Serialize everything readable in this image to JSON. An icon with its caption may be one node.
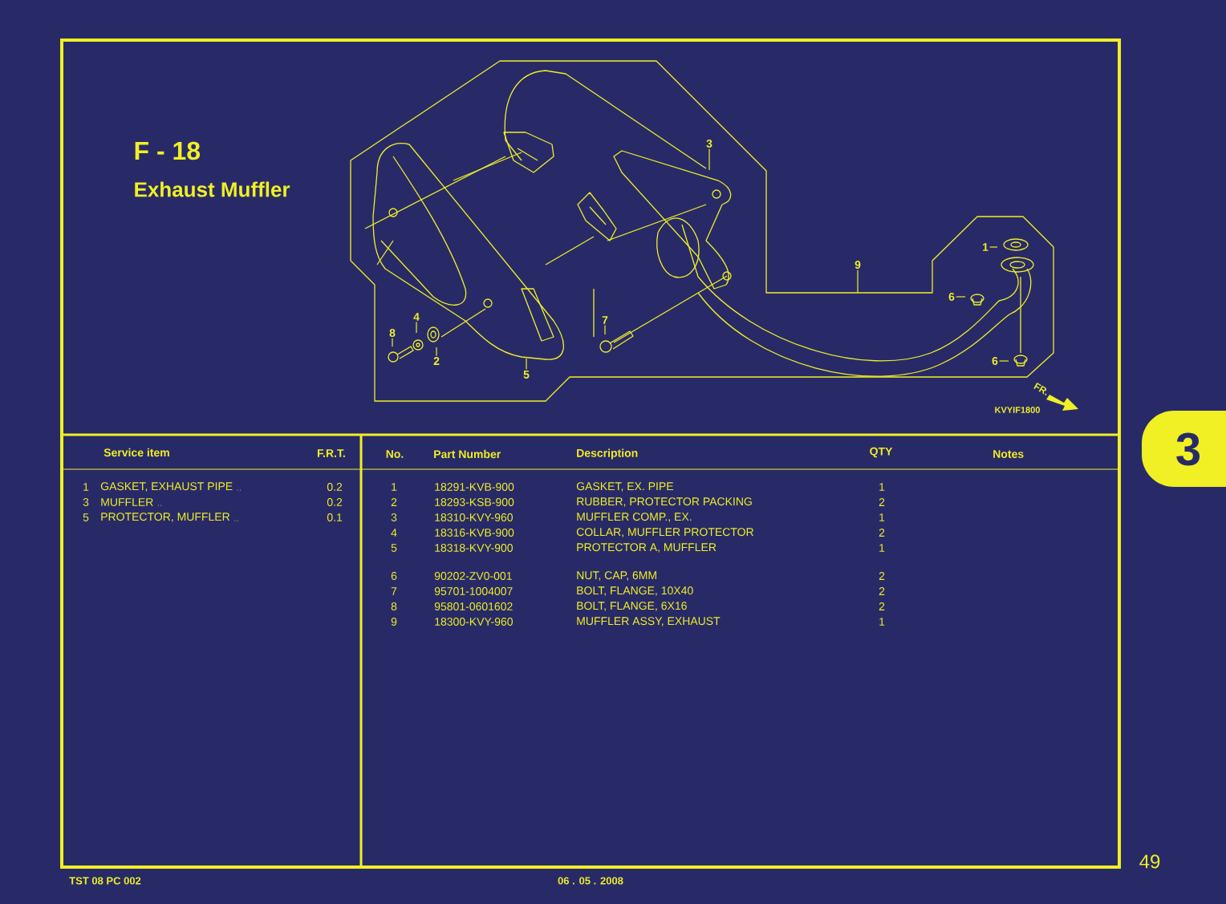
{
  "diagram": {
    "title": "Exhaust Muffler",
    "nodes": [
      {
        "text": [
          "3"
        ]
      },
      {
        "text": [
          "9"
        ]
      },
      {
        "text": [
          "1"
        ]
      },
      {
        "text": [
          "6"
        ]
      },
      {
        "text": [
          "6"
        ]
      },
      {
        "text": [
          "4"
        ]
      },
      {
        "text": [
          "8"
        ]
      },
      {
        "text": [
          "2"
        ]
      },
      {
        "text": [
          "7"
        ]
      },
      {
        "text": [
          "5"
        ]
      }
    ],
    "edges": [
      {
        "from": 0,
        "to": null,
        "arrow": "none"
      },
      {
        "from": 1,
        "to": null,
        "arrow": "none"
      },
      {
        "from": 2,
        "to": null,
        "arrow": "none"
      },
      {
        "from": 3,
        "to": null,
        "arrow": "none"
      },
      {
        "from": 4,
        "to": null,
        "arrow": "none"
      },
      {
        "from": 5,
        "to": null,
        "arrow": "none"
      },
      {
        "from": 6,
        "to": null,
        "arrow": "none"
      },
      {
        "from": 7,
        "to": null,
        "arrow": "none"
      },
      {
        "from": 8,
        "to": null,
        "arrow": "none"
      },
      {
        "from": 9,
        "to": null,
        "arrow": "none"
      }
    ],
    "labels": [
      "F - 18",
      "FR.",
      "KVYIF1800",
      "Service item",
      "F.R.T.",
      "1",
      "GASKET, EXHAUST PIPE",
      "0.2",
      "3",
      "MUFFLER",
      "0.2",
      "5",
      "PROTECTOR, MUFFLER",
      "0.1",
      "No.",
      "Part Number",
      "Description",
      "QTY",
      "Notes",
      "1",
      "18291-KVB-900",
      "GASKET, EX. PIPE",
      "1",
      "2",
      "18293-KSB-900",
      "RUBBER, PROTECTOR PACKING",
      "2",
      "3",
      "18310-KVY-960",
      "MUFFLER COMP., EX.",
      "1",
      "4",
      "18316-KVB-900",
      "COLLAR, MUFFLER PROTECTOR",
      "2",
      "5",
      "18318-KVY-900",
      "PROTECTOR A, MUFFLER",
      "1",
      "6",
      "90202-ZV0-001",
      "NUT, CAP, 6MM",
      "2",
      "7",
      "95701-1004007",
      "BOLT, FLANGE, 10X40",
      "2",
      "8",
      "95801-0601602",
      "BOLT, FLANGE, 6X16",
      "2",
      "9",
      "18300-KVY-960",
      "MUFFLER ASSY, EXHAUST",
      "1",
      "3",
      "49",
      "TST 08 PC 002",
      "06 . 05 . 2008"
    ]
  }
}
